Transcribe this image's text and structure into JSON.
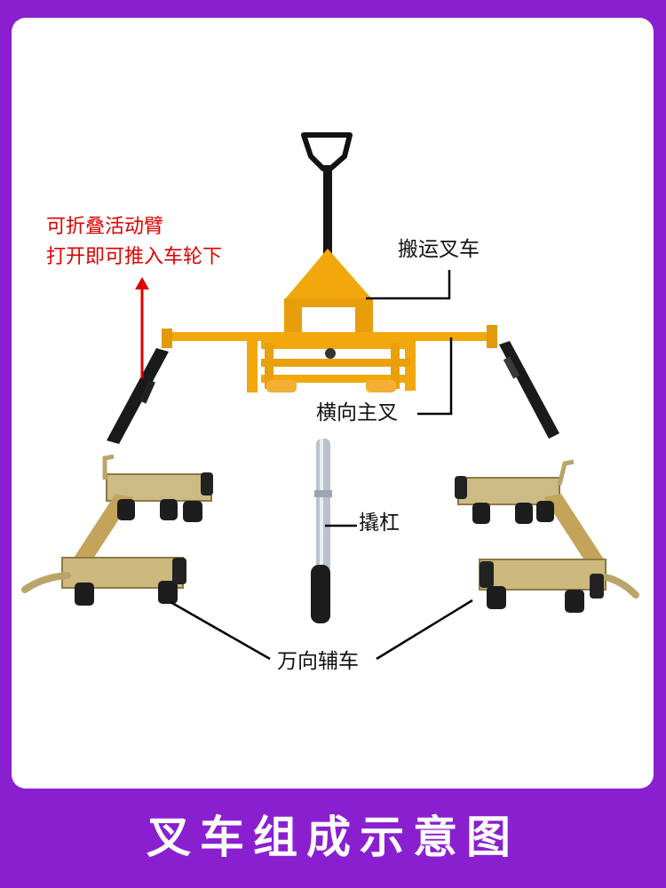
{
  "labels": {
    "folding_arm_line1": "可折叠活动臂",
    "folding_arm_line2": "打开即可推入车轮下",
    "carrier_forklift": "搬运叉车",
    "main_cross_fork": "横向主叉",
    "pry_bar": "撬杠",
    "universal_dolly": "万向辅车"
  },
  "footer": {
    "title": "叉车组成示意图"
  },
  "colors": {
    "background": "#8a1fd0",
    "panel": "#ffffff",
    "annotation_red": "#e00000",
    "forklift_yellow": "#f2a70d",
    "dolly_metal": "#c8a85a"
  }
}
